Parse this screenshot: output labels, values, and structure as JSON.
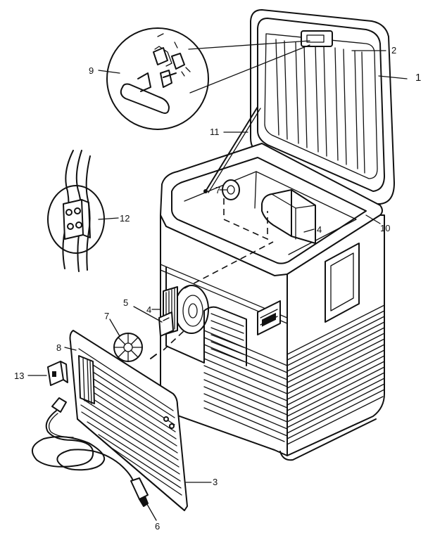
{
  "callouts": [
    {
      "id": "c1",
      "text": "1"
    },
    {
      "id": "c2",
      "text": "2"
    },
    {
      "id": "c3",
      "text": "3"
    },
    {
      "id": "c4a",
      "text": "4"
    },
    {
      "id": "c4b",
      "text": "4"
    },
    {
      "id": "c5",
      "text": "5"
    },
    {
      "id": "c6",
      "text": "6"
    },
    {
      "id": "c7a",
      "text": "7"
    },
    {
      "id": "c7b",
      "text": "7"
    },
    {
      "id": "c8",
      "text": "8"
    },
    {
      "id": "c9",
      "text": "9"
    },
    {
      "id": "c10",
      "text": "10"
    },
    {
      "id": "c11",
      "text": "11"
    },
    {
      "id": "c12",
      "text": "12"
    },
    {
      "id": "c13",
      "text": "13"
    }
  ]
}
